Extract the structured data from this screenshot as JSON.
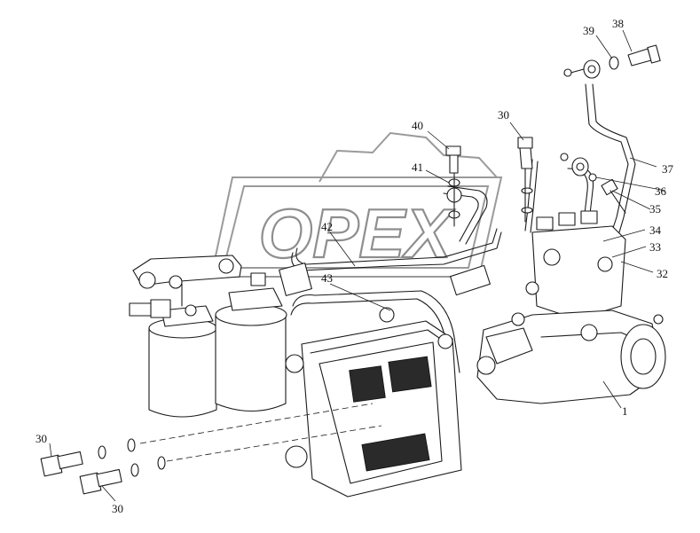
{
  "watermark": {
    "text": "OPEX"
  },
  "callouts": [
    "38",
    "39",
    "30",
    "40",
    "41",
    "37",
    "36",
    "35",
    "42",
    "34",
    "33",
    "32",
    "43",
    "1",
    "30",
    "30"
  ],
  "colors": {
    "line": "#1a1a1a",
    "watermark": "#9a9a9a",
    "background": "#ffffff"
  }
}
